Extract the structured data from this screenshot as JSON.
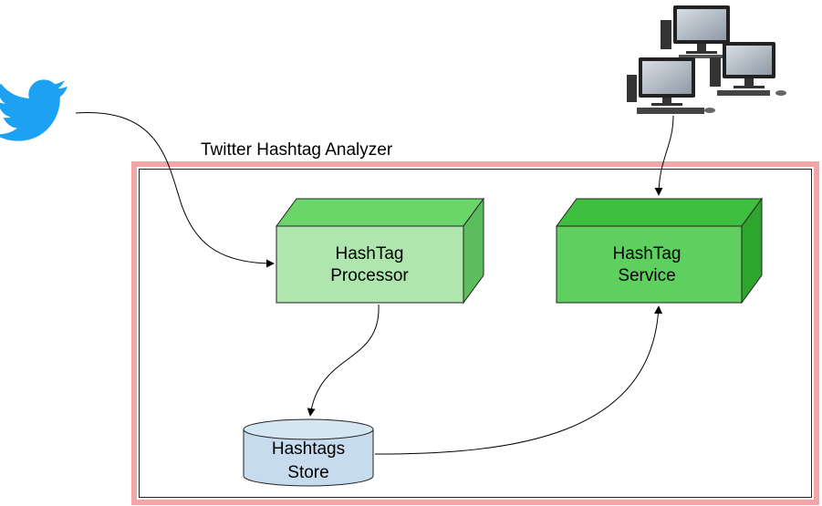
{
  "diagram": {
    "container_title": "Twitter Hashtag Analyzer",
    "nodes": {
      "processor": {
        "line1": "HashTag",
        "line2": "Processor"
      },
      "service": {
        "line1": "HashTag",
        "line2": "Service"
      },
      "store": {
        "line1": "Hashtags",
        "line2": "Store"
      }
    },
    "icons": {
      "source": "twitter-bird-icon",
      "clients": "desktop-computers-icon"
    },
    "edges": [
      {
        "from": "twitter",
        "to": "processor"
      },
      {
        "from": "processor",
        "to": "store"
      },
      {
        "from": "store",
        "to": "service"
      },
      {
        "from": "clients",
        "to": "service"
      }
    ],
    "colors": {
      "container_border": "#f4a6a6",
      "processor_front": "#aee6ae",
      "service_front": "#5fcf5f",
      "store_fill": "#c6dcee",
      "twitter_blue": "#1da1f2"
    }
  }
}
